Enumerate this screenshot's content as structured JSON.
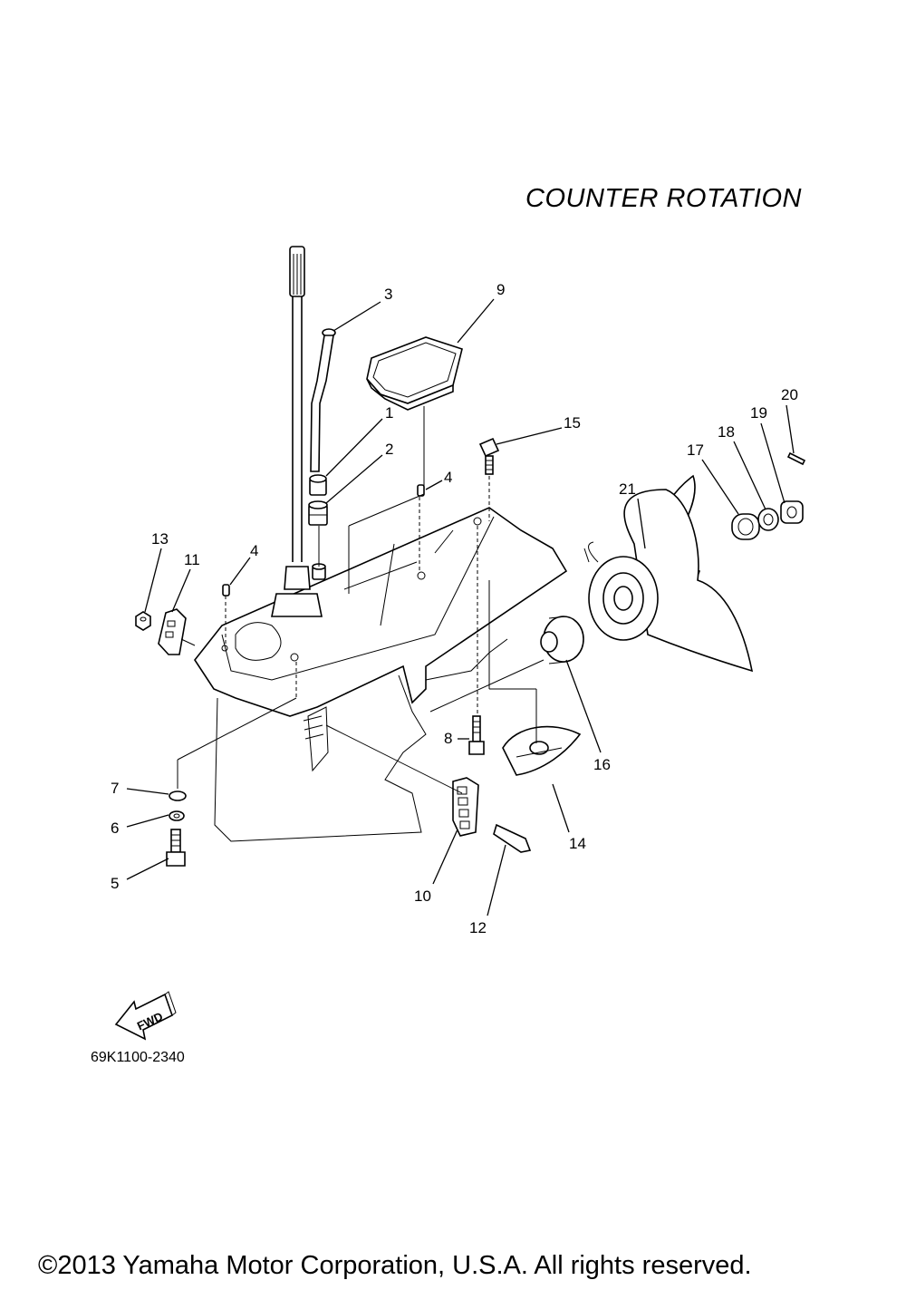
{
  "title": "COUNTER ROTATION",
  "drawing_code": "69K1100-2340",
  "copyright": "©2013 Yamaha Motor Corporation, U.S.A. All rights reserved.",
  "fwd_label": "FWD",
  "callouts": {
    "c1": "1",
    "c2": "2",
    "c3": "3",
    "c4a": "4",
    "c4b": "4",
    "c5": "5",
    "c6": "6",
    "c7": "7",
    "c8": "8",
    "c9": "9",
    "c10": "10",
    "c11": "11",
    "c12": "12",
    "c13": "13",
    "c14": "14",
    "c15": "15",
    "c16": "16",
    "c17": "17",
    "c18": "18",
    "c19": "19",
    "c20": "20",
    "c21": "21"
  },
  "icons": {
    "fwd_arrow": "fwd-arrow-icon"
  }
}
